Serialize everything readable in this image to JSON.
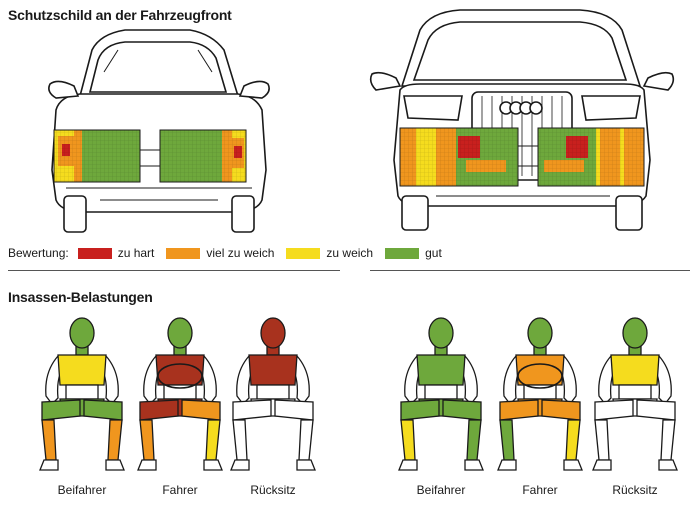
{
  "title": "Schutzschild an der Fahrzeugfront",
  "legend": {
    "label": "Bewertung:",
    "items": [
      {
        "label": "zu hart",
        "color": "#c8201e"
      },
      {
        "label": "viel zu weich",
        "color": "#f0961e"
      },
      {
        "label": "zu weich",
        "color": "#f5dc1e"
      },
      {
        "label": "gut",
        "color": "#6ea83c"
      }
    ]
  },
  "occupants": {
    "title": "Insassen-Belastungen",
    "dummies": [
      {
        "label": "Beifahrer",
        "head": "#6ea83c",
        "chest": "#f5dc1e",
        "pelvis": "#6ea83c",
        "femur_l": "#6ea83c",
        "femur_r": "#6ea83c",
        "tibia_l": "#f0961e",
        "tibia_r": "#f0961e"
      },
      {
        "label": "Fahrer",
        "head": "#6ea83c",
        "chest": "#a8321e",
        "pelvis": "#a8321e",
        "femur_l": "#a8321e",
        "femur_r": "#f0961e",
        "tibia_l": "#f0961e",
        "tibia_r": "#f5dc1e"
      },
      {
        "label": "Rücksitz",
        "head": "#a8321e",
        "chest": "#a8321e",
        "pelvis": "#ffffff",
        "femur_l": "#ffffff",
        "femur_r": "#ffffff",
        "tibia_l": "#ffffff",
        "tibia_r": "#ffffff"
      },
      {
        "label": "Beifahrer",
        "head": "#6ea83c",
        "chest": "#6ea83c",
        "pelvis": "#6ea83c",
        "femur_l": "#6ea83c",
        "femur_r": "#6ea83c",
        "tibia_l": "#f5dc1e",
        "tibia_r": "#6ea83c"
      },
      {
        "label": "Fahrer",
        "head": "#6ea83c",
        "chest": "#f0961e",
        "pelvis": "#f0961e",
        "femur_l": "#f0961e",
        "femur_r": "#f0961e",
        "tibia_l": "#6ea83c",
        "tibia_r": "#f5dc1e"
      },
      {
        "label": "Rücksitz",
        "head": "#6ea83c",
        "chest": "#f5dc1e",
        "pelvis": "#ffffff",
        "femur_l": "#ffffff",
        "femur_r": "#ffffff",
        "tibia_l": "#ffffff",
        "tibia_r": "#ffffff"
      }
    ]
  }
}
